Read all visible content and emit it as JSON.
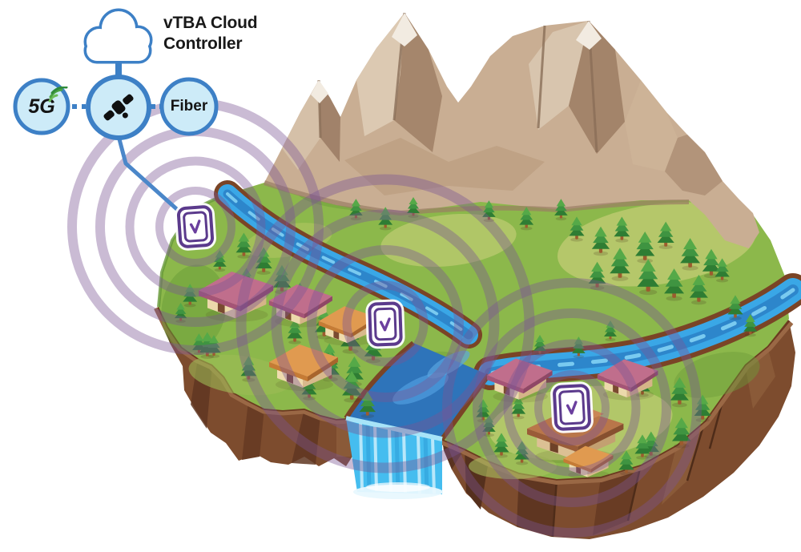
{
  "title": "vTBA Cloud Controller",
  "cloud": {
    "icon": "cloud-icon"
  },
  "nodes": {
    "uplinks": [
      {
        "id": "5g",
        "label": "5G",
        "icon": "5g-signal-icon"
      },
      {
        "id": "satellite",
        "label": "",
        "icon": "satellite-icon"
      },
      {
        "id": "fiber",
        "label": "Fiber",
        "icon": ""
      }
    ]
  },
  "access_points": [
    {
      "id": "ap-1",
      "icon": "access-point-badge",
      "logo": "v-logo"
    },
    {
      "id": "ap-2",
      "icon": "access-point-badge",
      "logo": "v-logo"
    },
    {
      "id": "ap-3",
      "icon": "access-point-badge",
      "logo": "v-logo"
    }
  ],
  "colors": {
    "node_border": "#3d80c6",
    "node_fill": "#cdebf8",
    "link_line": "#4b87c9",
    "signal_ring": "#7a5494",
    "ap_frame": "#5b3a8c",
    "ap_logo": "#6b3f9e",
    "label_text": "#191919",
    "signal_green": "#3f9c3c",
    "grass": "#8cb84b",
    "mountain": "#c9ae93",
    "river": "#3aa7e6",
    "cliff": "#7d4c2e"
  }
}
